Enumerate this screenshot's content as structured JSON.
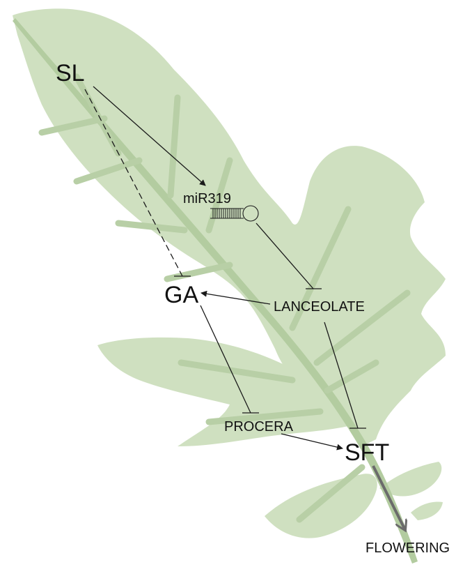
{
  "nodes": {
    "sl": "SL",
    "mir319": "miR319",
    "ga": "GA",
    "lanceolate": "LANCEOLATE",
    "procera": "PROCERA",
    "sft": "SFT",
    "flowering": "FLOWERING"
  },
  "colors": {
    "leaf": "#cfe0c0",
    "vein": "#b3cca0",
    "leaflet_shade": "#bcd3aa",
    "edge": "#1a1a1a",
    "flowering_arrow": "#6b6b6b"
  },
  "edges": [
    {
      "from": "SL",
      "to": "miR319",
      "type": "activation"
    },
    {
      "from": "SL",
      "to": "GA",
      "type": "inhibition-dashed"
    },
    {
      "from": "miR319",
      "to": "LANCEOLATE",
      "type": "inhibition"
    },
    {
      "from": "LANCEOLATE",
      "to": "GA",
      "type": "activation"
    },
    {
      "from": "LANCEOLATE",
      "to": "SFT",
      "type": "inhibition"
    },
    {
      "from": "GA",
      "to": "PROCERA",
      "type": "inhibition"
    },
    {
      "from": "PROCERA",
      "to": "SFT",
      "type": "activation"
    },
    {
      "from": "SFT",
      "to": "FLOWERING",
      "type": "activation"
    }
  ]
}
